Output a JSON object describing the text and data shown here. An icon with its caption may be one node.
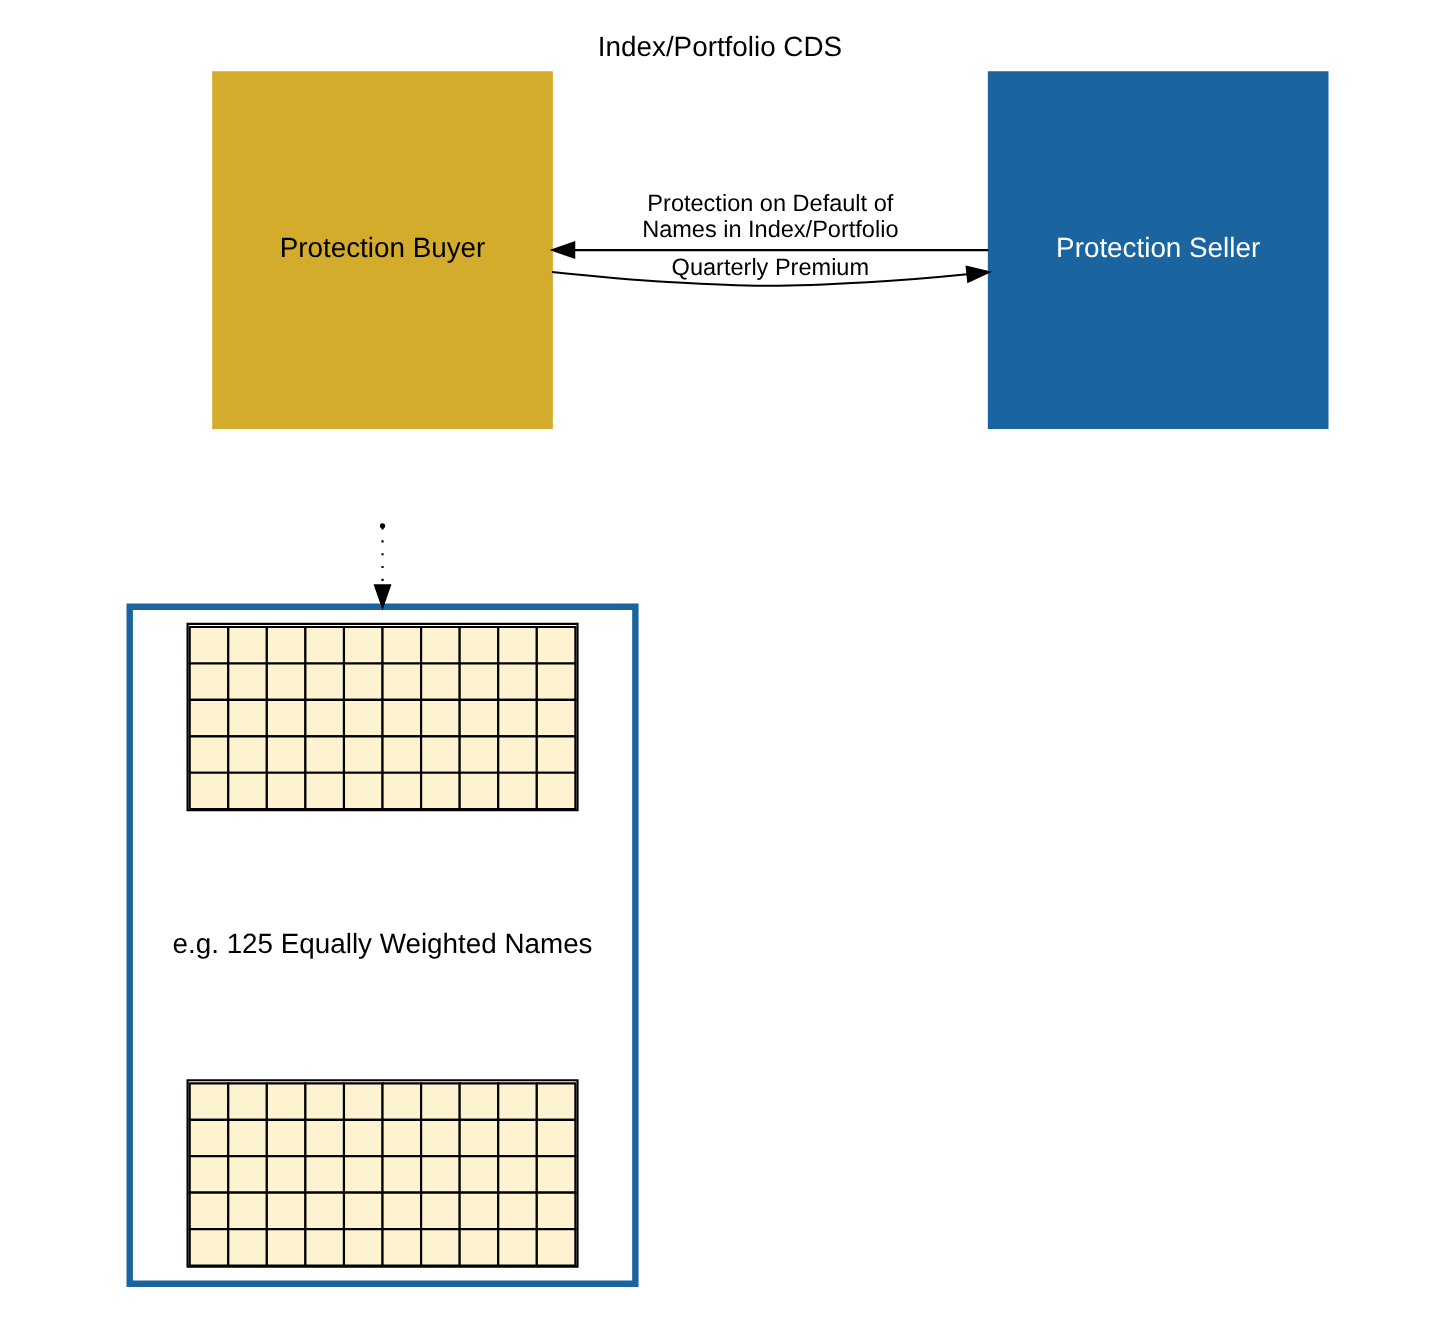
{
  "diagram": {
    "title": "Index/Portfolio CDS",
    "nodes": [
      {
        "text": [
          "Protection Buyer"
        ]
      },
      {
        "text": [
          "Protection Seller"
        ]
      },
      {
        "text": [
          "e.g. 125 Equally Weighted Names"
        ]
      },
      {
        "text": [],
        "shape": "grid",
        "in": 2
      },
      {
        "text": [],
        "shape": "grid",
        "in": 2
      }
    ],
    "edges": [
      {
        "from": 0,
        "to": 1,
        "arrow": "to",
        "label": "Quarterly Premium"
      },
      {
        "from": 1,
        "to": 0,
        "arrow": "to",
        "label": "Protection on Default of Names in Index/Portfolio"
      },
      {
        "from": null,
        "to": 2,
        "arrow": "to",
        "style": "dashed"
      }
    ]
  }
}
